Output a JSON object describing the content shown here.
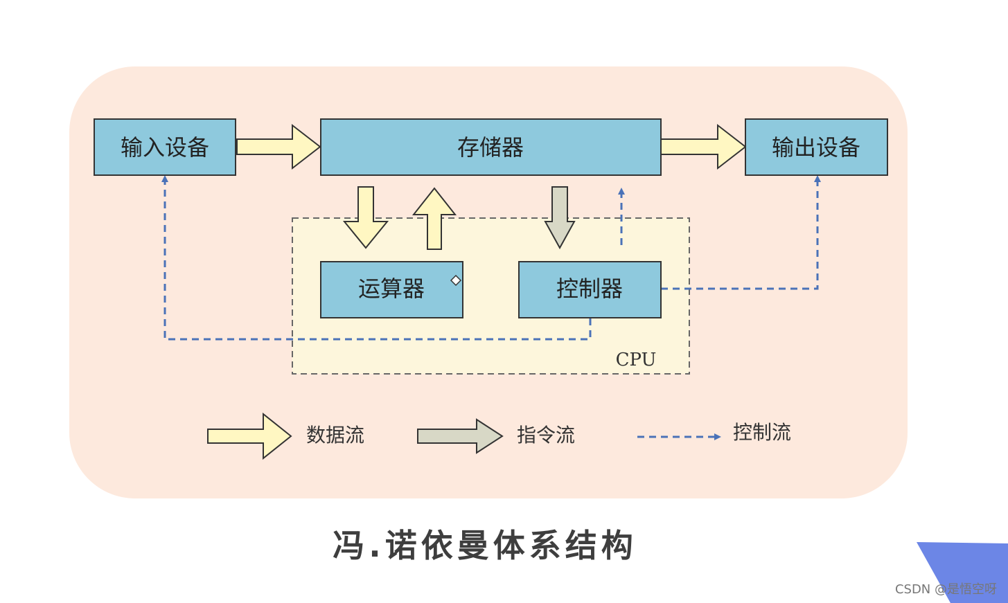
{
  "colors": {
    "panel": "#fde9dd",
    "cpu_region": "#fdf6dc",
    "box_fill": "#8ec9dd",
    "box_stroke": "#333333",
    "data_arrow": "#fff7c2",
    "instr_arrow": "#d8d8c6",
    "control_line": "#4a72b8",
    "corner": "#6c86e6"
  },
  "nodes": {
    "input": "输入设备",
    "memory": "存储器",
    "output": "输出设备",
    "alu": "运算器",
    "controller": "控制器",
    "cpu": "CPU"
  },
  "legend": {
    "data": "数据流",
    "instruction": "指令流",
    "control": "控制流"
  },
  "caption": "冯.诺依曼体系结构",
  "watermark": "CSDN @是悟空呀"
}
